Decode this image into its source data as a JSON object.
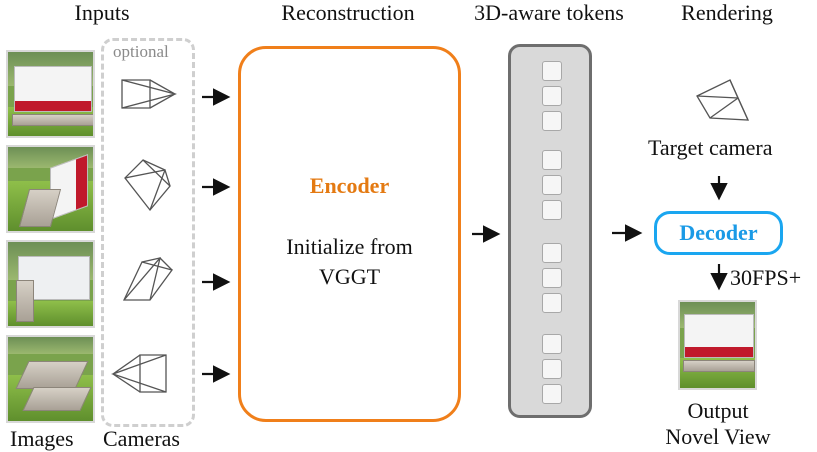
{
  "headers": {
    "inputs": "Inputs",
    "reconstruction": "Reconstruction",
    "tokens": "3D-aware tokens",
    "rendering": "Rendering"
  },
  "inputs": {
    "optional_label": "optional",
    "images_label": "Images",
    "cameras_label": "Cameras",
    "photos": [
      {
        "icon": "bench-sign-photo-front"
      },
      {
        "icon": "bench-sign-photo-side"
      },
      {
        "icon": "bench-sign-photo-back"
      },
      {
        "icon": "bench-sign-photo-low"
      }
    ],
    "cameras": [
      {
        "icon": "camera-frustum-icon"
      },
      {
        "icon": "camera-frustum-icon"
      },
      {
        "icon": "camera-frustum-icon"
      },
      {
        "icon": "camera-frustum-icon"
      }
    ]
  },
  "encoder": {
    "title": "Encoder",
    "subtitle_line1": "Initialize from",
    "subtitle_line2": "VGGT",
    "color": "#f07f1a"
  },
  "tokens": {
    "groups": 4,
    "per_group": 3,
    "background": "#d9d9d9"
  },
  "rendering": {
    "target_camera_label": "Target camera",
    "decoder_label": "Decoder",
    "decoder_color": "#1aa6f0",
    "fps_label": "30FPS+",
    "output_line1": "Output",
    "output_line2": "Novel View"
  }
}
